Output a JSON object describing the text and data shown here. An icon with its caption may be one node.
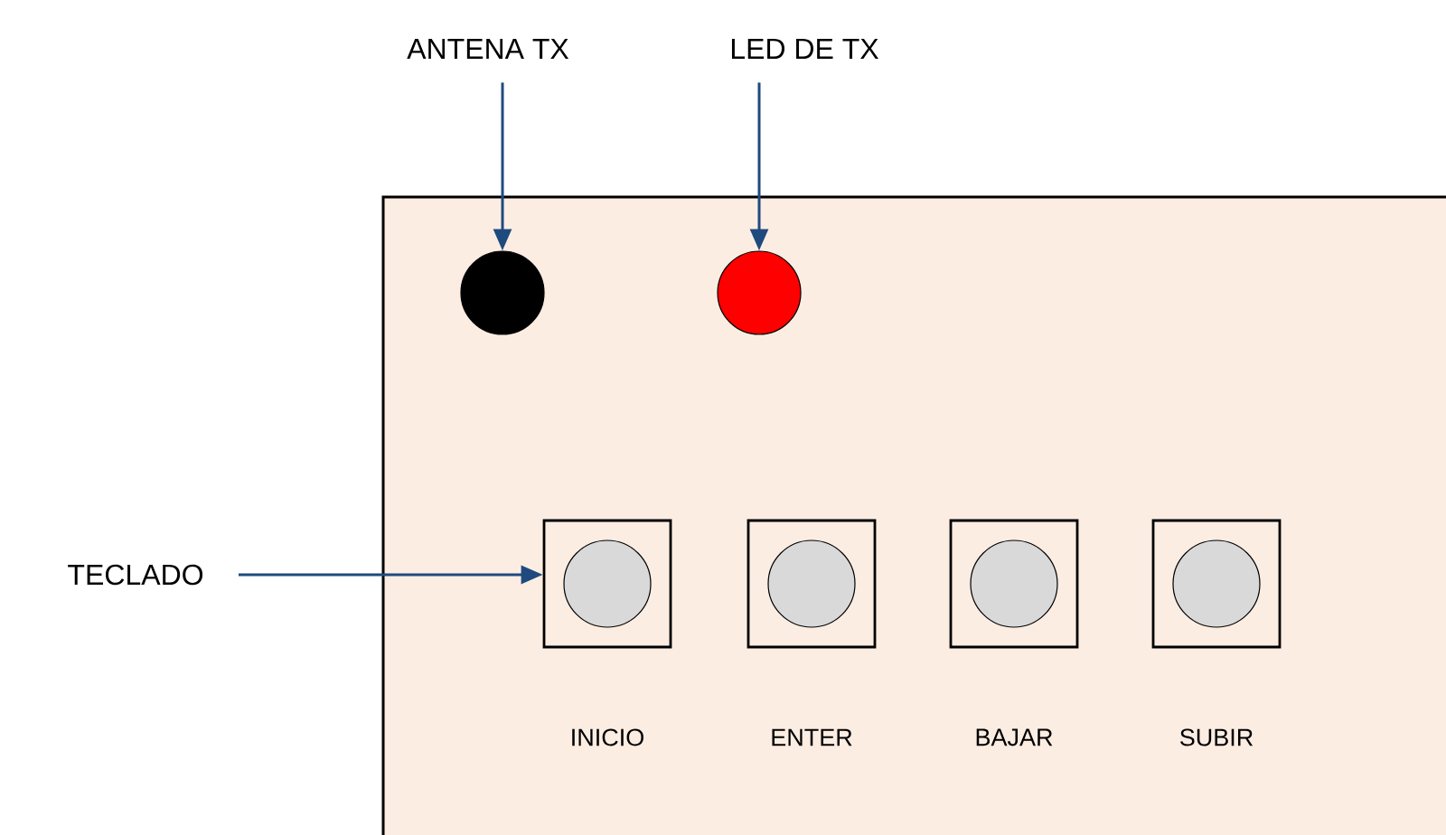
{
  "diagram": {
    "nodes": [
      {
        "text": [],
        "shape": "box"
      },
      {
        "text": [
          "ANTENA TX"
        ]
      },
      {
        "text": [
          "LED DE TX"
        ]
      },
      {
        "text": [
          "TECLADO"
        ]
      },
      {
        "text": [],
        "shape": "circle",
        "in": 0
      },
      {
        "text": [],
        "shape": "circle",
        "in": 0
      },
      {
        "text": [],
        "shape": "box",
        "in": 0,
        "beside": [
          "INICIO"
        ]
      },
      {
        "text": [],
        "shape": "box",
        "in": 0,
        "beside": [
          "ENTER"
        ]
      },
      {
        "text": [],
        "shape": "box",
        "in": 0,
        "beside": [
          "BAJAR"
        ]
      },
      {
        "text": [],
        "shape": "box",
        "in": 0,
        "beside": [
          "SUBIR"
        ]
      }
    ],
    "edges": [
      {
        "from": 1,
        "to": 4,
        "arrow": "to"
      },
      {
        "from": 2,
        "to": 5,
        "arrow": "to"
      },
      {
        "from": 3,
        "to": 6,
        "arrow": "to"
      }
    ]
  }
}
